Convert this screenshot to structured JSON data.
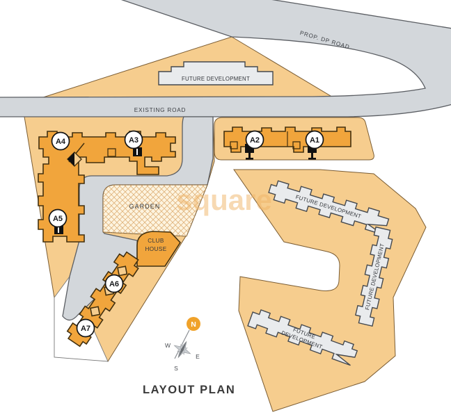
{
  "title": "LAYOUT PLAN",
  "watermark": "square",
  "roads": {
    "dp": "PROP. DP ROAD",
    "existing": "EXISTING ROAD"
  },
  "areas": {
    "garden": "GARDEN",
    "club_house_line1": "CLUB",
    "club_house_line2": "HOUSE",
    "future_development": "FUTURE DEVELOPMENT",
    "future_line1": "FUTURE",
    "future_line2": "DEVELOPMENT"
  },
  "buildings": [
    {
      "label": "A1"
    },
    {
      "label": "A2"
    },
    {
      "label": "A3"
    },
    {
      "label": "A4"
    },
    {
      "label": "A5"
    },
    {
      "label": "A6"
    },
    {
      "label": "A7"
    }
  ],
  "compass": {
    "n": "N",
    "e": "E",
    "w": "W",
    "s": "S"
  },
  "colors": {
    "road": "#d3d7db",
    "road_stroke": "#5b5e63",
    "plot": "#f6cd8e",
    "plot_stroke": "#7a5c33",
    "building": "#f1a53c",
    "building_stroke": "#42300f",
    "future_building": "#e9ebed",
    "future_stroke": "#44484e",
    "garden": "#fdf4e0",
    "garden_hatch": "#dfb27a",
    "white": "#ffffff",
    "north_badge": "#f0a22a",
    "text": "#33363b",
    "watermark": "#f0b468"
  }
}
